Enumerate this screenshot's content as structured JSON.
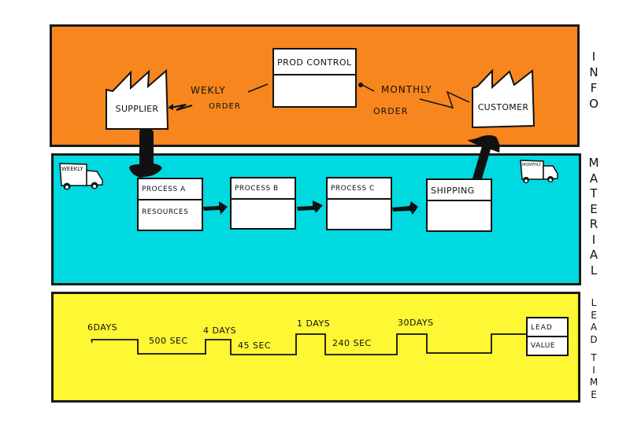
{
  "diagram": {
    "type": "value-stream-map",
    "colors": {
      "info_band": "#f7861e",
      "material_band": "#00d9e0",
      "lead_time_band": "#fdf734",
      "ink": "#111111",
      "box_fill": "#ffffff"
    },
    "side_labels": {
      "info": [
        "I",
        "N",
        "F",
        "O"
      ],
      "material": [
        "M",
        "A",
        "T",
        "E",
        "R",
        "I",
        "A",
        "L"
      ],
      "lead_time": [
        "L",
        "E",
        "A",
        "D",
        "T",
        "I",
        "M",
        "E"
      ]
    },
    "info_flow": {
      "supplier": "SUPPLIER",
      "customer": "CUSTOMER",
      "prod_control": "PROD CONTROL",
      "supplier_order": [
        "WEKLY",
        "ORDER"
      ],
      "customer_order": [
        "MONTHLY",
        "ORDER"
      ]
    },
    "material_flow": {
      "trucks": [
        {
          "label": "WEEKLY",
          "icon": "truck-icon"
        },
        {
          "label": "MONTHLY",
          "icon": "truck-icon"
        }
      ],
      "processes": [
        {
          "title": "PROCESS A",
          "body": "RESOURCES"
        },
        {
          "title": "PROCESS B",
          "body": ""
        },
        {
          "title": "PROCESS C",
          "body": ""
        },
        {
          "title": "SHIPPING",
          "body": ""
        }
      ]
    },
    "timeline": {
      "wait_times": [
        "6DAYS",
        "4 DAYS",
        "1 DAYS",
        "30DAYS"
      ],
      "process_times": [
        "500 SEC",
        "45 SEC",
        "240 SEC"
      ],
      "summary_box": {
        "top": "LEAD",
        "bottom": "VALUE"
      }
    }
  }
}
